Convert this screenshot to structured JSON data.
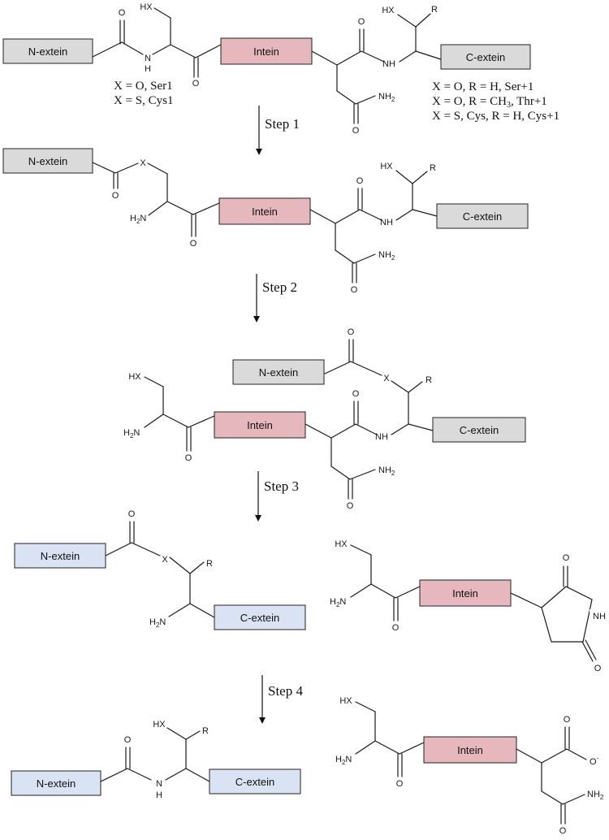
{
  "colors": {
    "extein_gray": "#dadada",
    "extein_blue": "#dae3f3",
    "intein_pink": "#e6b8bd",
    "line": "#1a1a1a"
  },
  "labels": {
    "n_extein": "N-extein",
    "c_extein": "C-extein",
    "intein": "Intein"
  },
  "atoms": {
    "O": "O",
    "NH": "NH",
    "H": "H",
    "N": "N",
    "HX": "HX",
    "X": "X",
    "R": "R",
    "H2N_prefix": "H",
    "H2N_sub": "2",
    "H2N_suffix": "N",
    "NH2_prefix": "NH",
    "NH2_sub": "2",
    "O_minus_prefix": "O",
    "O_minus_sup": "-"
  },
  "notes": {
    "n_term_line1": "X = O, Ser1",
    "n_term_line2": "X = S, Cys1",
    "c_term_line1": "X = O, R = H, Ser+1",
    "c_term_line2_a": "X = O, R = CH",
    "c_term_line2_sub": "3",
    "c_term_line2_b": ", Thr+1",
    "c_term_line3": "X = S, Cys, R = H, Cys+1"
  },
  "steps": [
    "Step 1",
    "Step 2",
    "Step 3",
    "Step 4"
  ]
}
